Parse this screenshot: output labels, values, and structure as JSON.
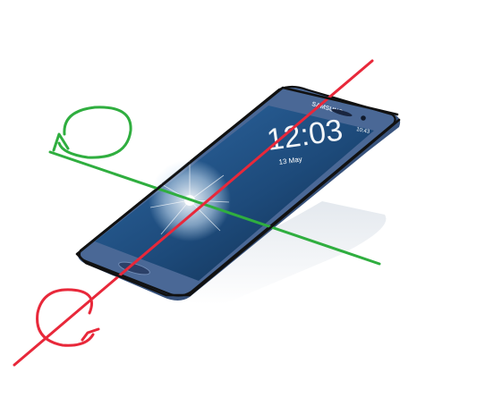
{
  "phone": {
    "brand": "SAMSUNG",
    "time": "12:03",
    "date": "13 May",
    "status_time": "10:43",
    "body_color": "#3e5a86",
    "screen_color": "#1d4a7a"
  },
  "annotations": {
    "red_axis_color": "#e8283a",
    "green_axis_color": "#2fae3f",
    "outline_color": "#111111"
  }
}
